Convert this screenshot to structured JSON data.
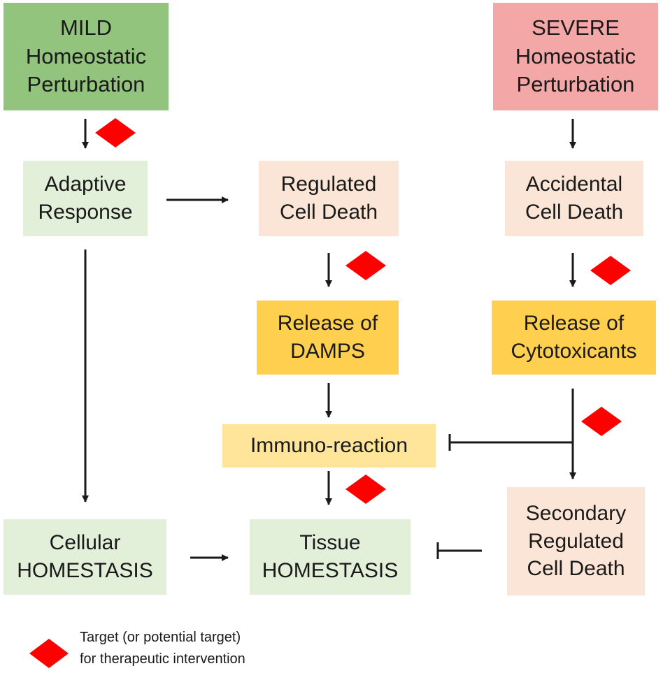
{
  "nodes": {
    "mild": {
      "label": "MILD\nHomeostatic\nPerturbation",
      "color": "#93c47d"
    },
    "severe": {
      "label": "SEVERE\nHomeostatic\nPerturbation",
      "color": "#f4a7a7"
    },
    "adaptive": {
      "label": "Adaptive\nResponse",
      "color": "#e2efd9"
    },
    "regulated": {
      "label": "Regulated\nCell Death",
      "color": "#fbe5d6"
    },
    "accidental": {
      "label": "Accidental\nCell Death",
      "color": "#fbe5d6"
    },
    "damps": {
      "label": "Release of\nDAMPS",
      "color": "#ffcf50"
    },
    "cytotox": {
      "label": "Release of\nCytotoxicants",
      "color": "#ffcf50"
    },
    "immuno": {
      "label": "Immuno-reaction",
      "color": "#ffe599"
    },
    "secondary": {
      "label": "Secondary\nRegulated\nCell Death",
      "color": "#fbe5d6"
    },
    "cellular": {
      "label": "Cellular\nHOMESTASIS",
      "color": "#e2efd9"
    },
    "tissue": {
      "label": "Tissue\nHOMESTASIS",
      "color": "#e2efd9"
    }
  },
  "edges": [
    {
      "from": "mild",
      "to": "adaptive",
      "type": "activation",
      "target": true
    },
    {
      "from": "severe",
      "to": "accidental",
      "type": "activation",
      "target": false
    },
    {
      "from": "adaptive",
      "to": "regulated",
      "type": "activation",
      "target": false
    },
    {
      "from": "regulated",
      "to": "damps",
      "type": "activation",
      "target": true
    },
    {
      "from": "accidental",
      "to": "cytotox",
      "type": "activation",
      "target": true
    },
    {
      "from": "damps",
      "to": "immuno",
      "type": "activation",
      "target": false
    },
    {
      "from": "cytotox",
      "to": "secondary",
      "type": "activation",
      "target": true
    },
    {
      "from": "cytotox",
      "to": "immuno",
      "type": "inhibition",
      "target": false
    },
    {
      "from": "immuno",
      "to": "tissue",
      "type": "activation",
      "target": true
    },
    {
      "from": "adaptive",
      "to": "cellular",
      "type": "activation",
      "target": false
    },
    {
      "from": "cellular",
      "to": "tissue",
      "type": "activation",
      "target": false
    },
    {
      "from": "secondary",
      "to": "tissue",
      "type": "inhibition",
      "target": false
    }
  ],
  "colors": {
    "arrow": "#1a1a1a",
    "target_marker": "#ff0000"
  },
  "legend": {
    "marker_icon": "red-diamond-icon",
    "text": "Target (or potential target)\nfor therapeutic intervention"
  }
}
